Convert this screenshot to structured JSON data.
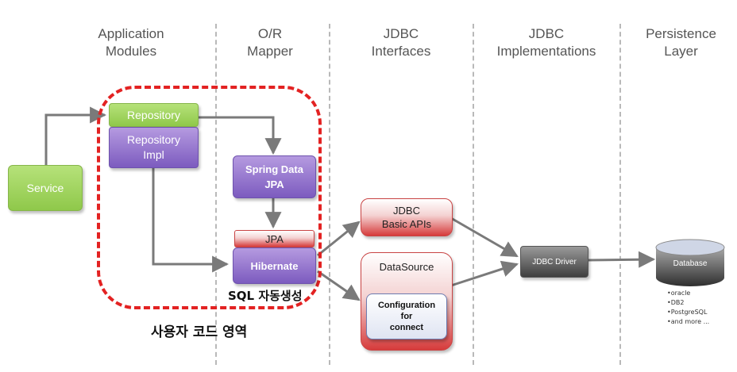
{
  "columns": [
    {
      "line1": "Application",
      "line2": "Modules"
    },
    {
      "line1": "O/R",
      "line2": "Mapper"
    },
    {
      "line1": "JDBC",
      "line2": "Interfaces"
    },
    {
      "line1": "JDBC",
      "line2": "Implementations"
    },
    {
      "line1": "Persistence",
      "line2": "Layer"
    }
  ],
  "boxes": {
    "service": "Service",
    "repository": "Repository",
    "repository_impl_1": "Repository",
    "repository_impl_2": "Impl",
    "spring_data_1": "Spring Data",
    "spring_data_2": "JPA",
    "jpa": "JPA",
    "hibernate": "Hibernate",
    "jdbc_basic_1": "JDBC",
    "jdbc_basic_2": "Basic APIs",
    "datasource": "DataSource",
    "config_1": "Configuration",
    "config_2": "for",
    "config_3": "connect",
    "jdbc_driver": "JDBC Driver",
    "database": "Database"
  },
  "labels": {
    "sql_auto": "SQL 자동생성",
    "user_code_area": "사용자 코드 영역"
  },
  "databases": [
    "oracle",
    "DB2",
    "PostgreSQL",
    "and more ..."
  ],
  "colors": {
    "accent_red": "#e32222",
    "green": "#8fc84a",
    "purple": "#7c5bbf",
    "dark": "#3e3e3e"
  }
}
